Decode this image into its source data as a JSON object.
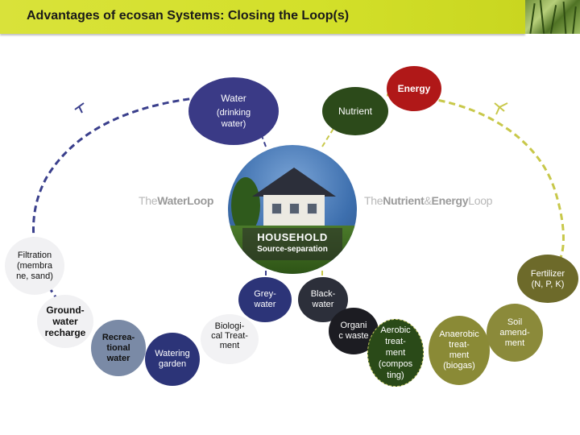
{
  "header": {
    "title": "Advantages of ecosan Systems: Closing the Loop(s)"
  },
  "loops": {
    "water_loop_prefix": "The",
    "water_loop_name": "WaterLoop",
    "nutrient_loop_prefix": "The",
    "nutrient_loop_name": "Nutrient",
    "nutrient_loop_amp": "&",
    "nutrient_loop_energy": "Energy",
    "nutrient_loop_suffix": "Loop"
  },
  "household": {
    "title": "HOUSEHOLD",
    "subtitle": "Source-separation"
  },
  "nodes": {
    "water": "Water",
    "water_sub": "(drinking\nwater)",
    "energy": "Energy",
    "nutrient": "Nutrient",
    "filtration": "Filtration\n(membra\nne, sand)",
    "fertilizer": "Fertilizer\n(N, P, K)",
    "groundwater": "Ground-\nwater\nrecharge",
    "recreational": "Recrea-\ntional\nwater",
    "watering": "Watering\ngarden",
    "greywater": "Grey-\nwater",
    "biological": "Biologi-\ncal Treat-\nment",
    "blackwater": "Black-\nwater",
    "organic": "Organi\nc waste",
    "aerobic": "Aerobic\ntreat-\nment\n(compos\nting)",
    "anaerobic": "Anaerobic\ntreat-\nment\n(biogas)",
    "soil": "Soil\namend-\nment"
  },
  "colors": {
    "title_bar": "#d3e02a",
    "water_loop": "#3a3f8c",
    "nutrient_loop": "#c8c84a",
    "energy": "#b01818",
    "nutrient": "#2c4a1a"
  }
}
